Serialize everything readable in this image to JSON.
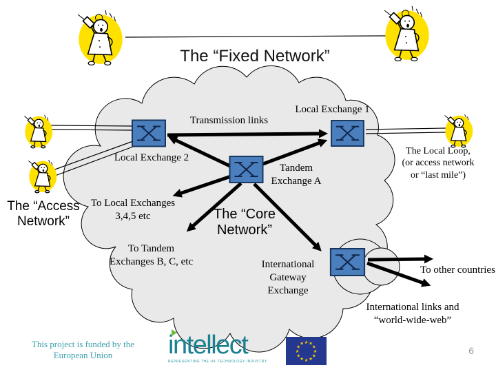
{
  "slide": {
    "title": "The “Fixed Network”",
    "page_number": "6"
  },
  "diagram": {
    "nodes": {
      "local_exchange_1": "Local Exchange 1",
      "local_exchange_2": "Local Exchange 2",
      "tandem_exchange_a": "Tandem\nExchange A",
      "international_gateway": "International\nGateway\nExchange"
    },
    "labels": {
      "transmission_links": "Transmission links",
      "local_loop": "The Local Loop,\n(or access network\nor “last mile”)",
      "access_network": "The “Access\nNetwork”",
      "core_network": "The “Core\nNetwork”",
      "to_local_exchanges": "To Local Exchanges\n3,4,5 etc",
      "to_tandem_exchanges": "To Tandem\nExchanges B, C, etc",
      "to_other_countries": "To other countries",
      "international_links": "International links and\n“world-wide-web”"
    }
  },
  "footer": {
    "funding": "This project is funded by the\nEuropean Union",
    "intellect_logo": "intellect",
    "intellect_tagline": "REPRESENTING THE UK TECHNOLOGY INDUSTRY"
  },
  "colors": {
    "exchange_box_fill": "#4A7EBC",
    "exchange_box_border": "#17375E",
    "cloud_fill": "#E9E9E9",
    "highlight_yellow": "#FFE100",
    "footer_teal": "#3A9FAD",
    "intellect_teal": "#1A8191",
    "eu_flag_blue": "#24388F",
    "eu_star_gold": "#FFCC00"
  }
}
